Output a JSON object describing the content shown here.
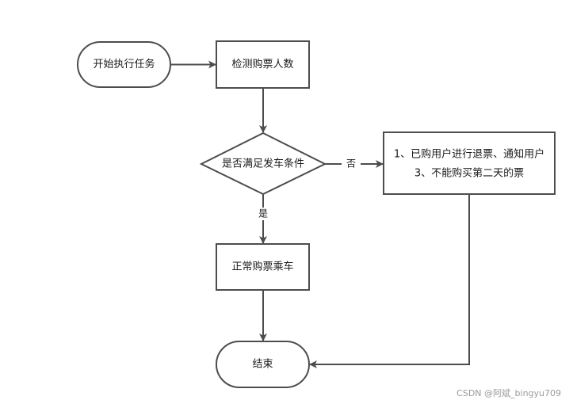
{
  "nodes": {
    "start": "开始执行任务",
    "check": "检测购票人数",
    "decision": "是否满足发车条件",
    "refund_line1": "1、已购用户进行退票、通知用户",
    "refund_line2": "3、不能购买第二天的票",
    "board": "正常购票乘车",
    "end": "结束"
  },
  "edges": {
    "no": "否",
    "yes": "是"
  },
  "watermark": "CSDN @阿斌_bingyu709",
  "colors": {
    "stroke": "#4d4d4d",
    "text": "#1a1a1a",
    "background": "#ffffff"
  }
}
